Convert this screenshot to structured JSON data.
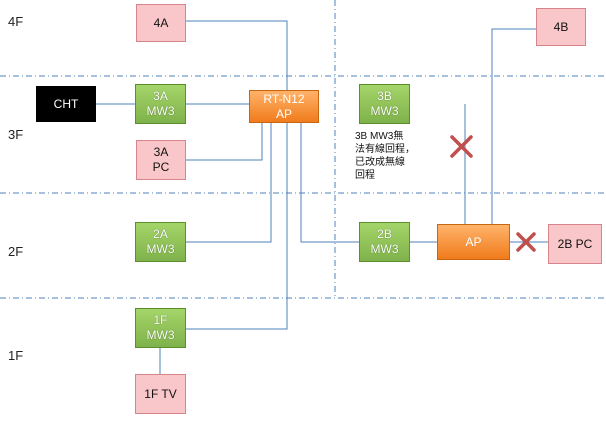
{
  "floors": [
    "4F",
    "3F",
    "2F",
    "1F"
  ],
  "nodes": {
    "n4a": [
      "4A"
    ],
    "n4b": [
      "4B"
    ],
    "cht": [
      "CHT"
    ],
    "n3a": [
      "3A",
      "MW3"
    ],
    "rt": [
      "RT-N12",
      "AP"
    ],
    "n3b": [
      "3B",
      "MW3"
    ],
    "n3apc": [
      "3A",
      "PC"
    ],
    "n2a": [
      "2A",
      "MW3"
    ],
    "n2b": [
      "2B",
      "MW3"
    ],
    "ap": [
      "AP"
    ],
    "n2bpc": [
      "2B PC"
    ],
    "n1f": [
      "1F",
      "MW3"
    ],
    "n1ftv": [
      "1F TV"
    ]
  },
  "note": [
    "3B MW3無",
    "法有線回程，",
    "已改成無線",
    "回程"
  ],
  "colors": {
    "line": "#4f81bd",
    "cross": "#c0504d",
    "pink": "#f9c6c9",
    "green": "#8cc152",
    "orange": "#f58220"
  }
}
